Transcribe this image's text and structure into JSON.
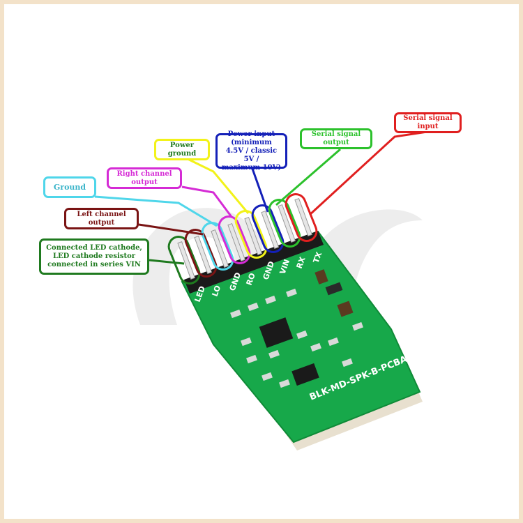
{
  "colors": {
    "frame": "#f3e2c9",
    "pcb": "#17a84a",
    "red": "#e01f1f",
    "green": "#2cc12c",
    "blue": "#1420b8",
    "yellow": "#f2f21a",
    "magenta": "#d52bd5",
    "cyan": "#4fd6ea",
    "brown": "#7a1414",
    "darkgreen": "#1f7a1f"
  },
  "labels": {
    "serial_in": "Serial signal input",
    "serial_out": "Serial signal output",
    "power_input_1": "Power input (minimum",
    "power_input_2": "4.5V / classic 5V /",
    "power_input_3": "maximum 10V)",
    "power_ground": "Power ground",
    "right_channel": "Right channel output",
    "ground": "Ground",
    "left_channel": "Left channel output",
    "led_1": "Connected LED cathode,",
    "led_2": "LED cathode resistor",
    "led_3": "connected in series VIN"
  },
  "board": {
    "pin_labels": [
      "LED",
      "LO",
      "GND",
      "RO",
      "GND",
      "VIN",
      "RX",
      "TX"
    ],
    "silkscreen": "BLK-MD-SPK-B-PCBA"
  }
}
